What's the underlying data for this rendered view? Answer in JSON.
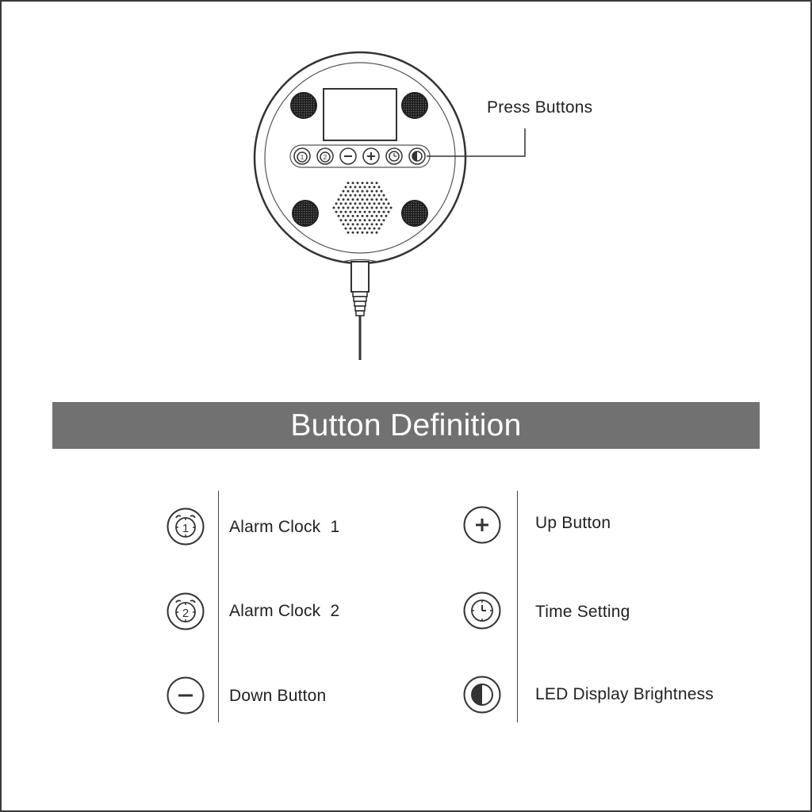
{
  "diagram": {
    "callout_label": "Press Buttons",
    "banner_title": "Button Definition",
    "legend": [
      {
        "icon": "alarm-clock-1-icon",
        "label": "Alarm Clock  1"
      },
      {
        "icon": "alarm-clock-2-icon",
        "label": "Alarm Clock  2"
      },
      {
        "icon": "minus-icon",
        "label": "Down Button"
      },
      {
        "icon": "plus-icon",
        "label": "Up Button"
      },
      {
        "icon": "clock-icon",
        "label": "Time Setting"
      },
      {
        "icon": "half-circle-brightness-icon",
        "label": "LED Display Brightness"
      }
    ],
    "colors": {
      "line": "#3a3a3a",
      "banner": "#717171",
      "pad": "#1e1e1e"
    }
  }
}
